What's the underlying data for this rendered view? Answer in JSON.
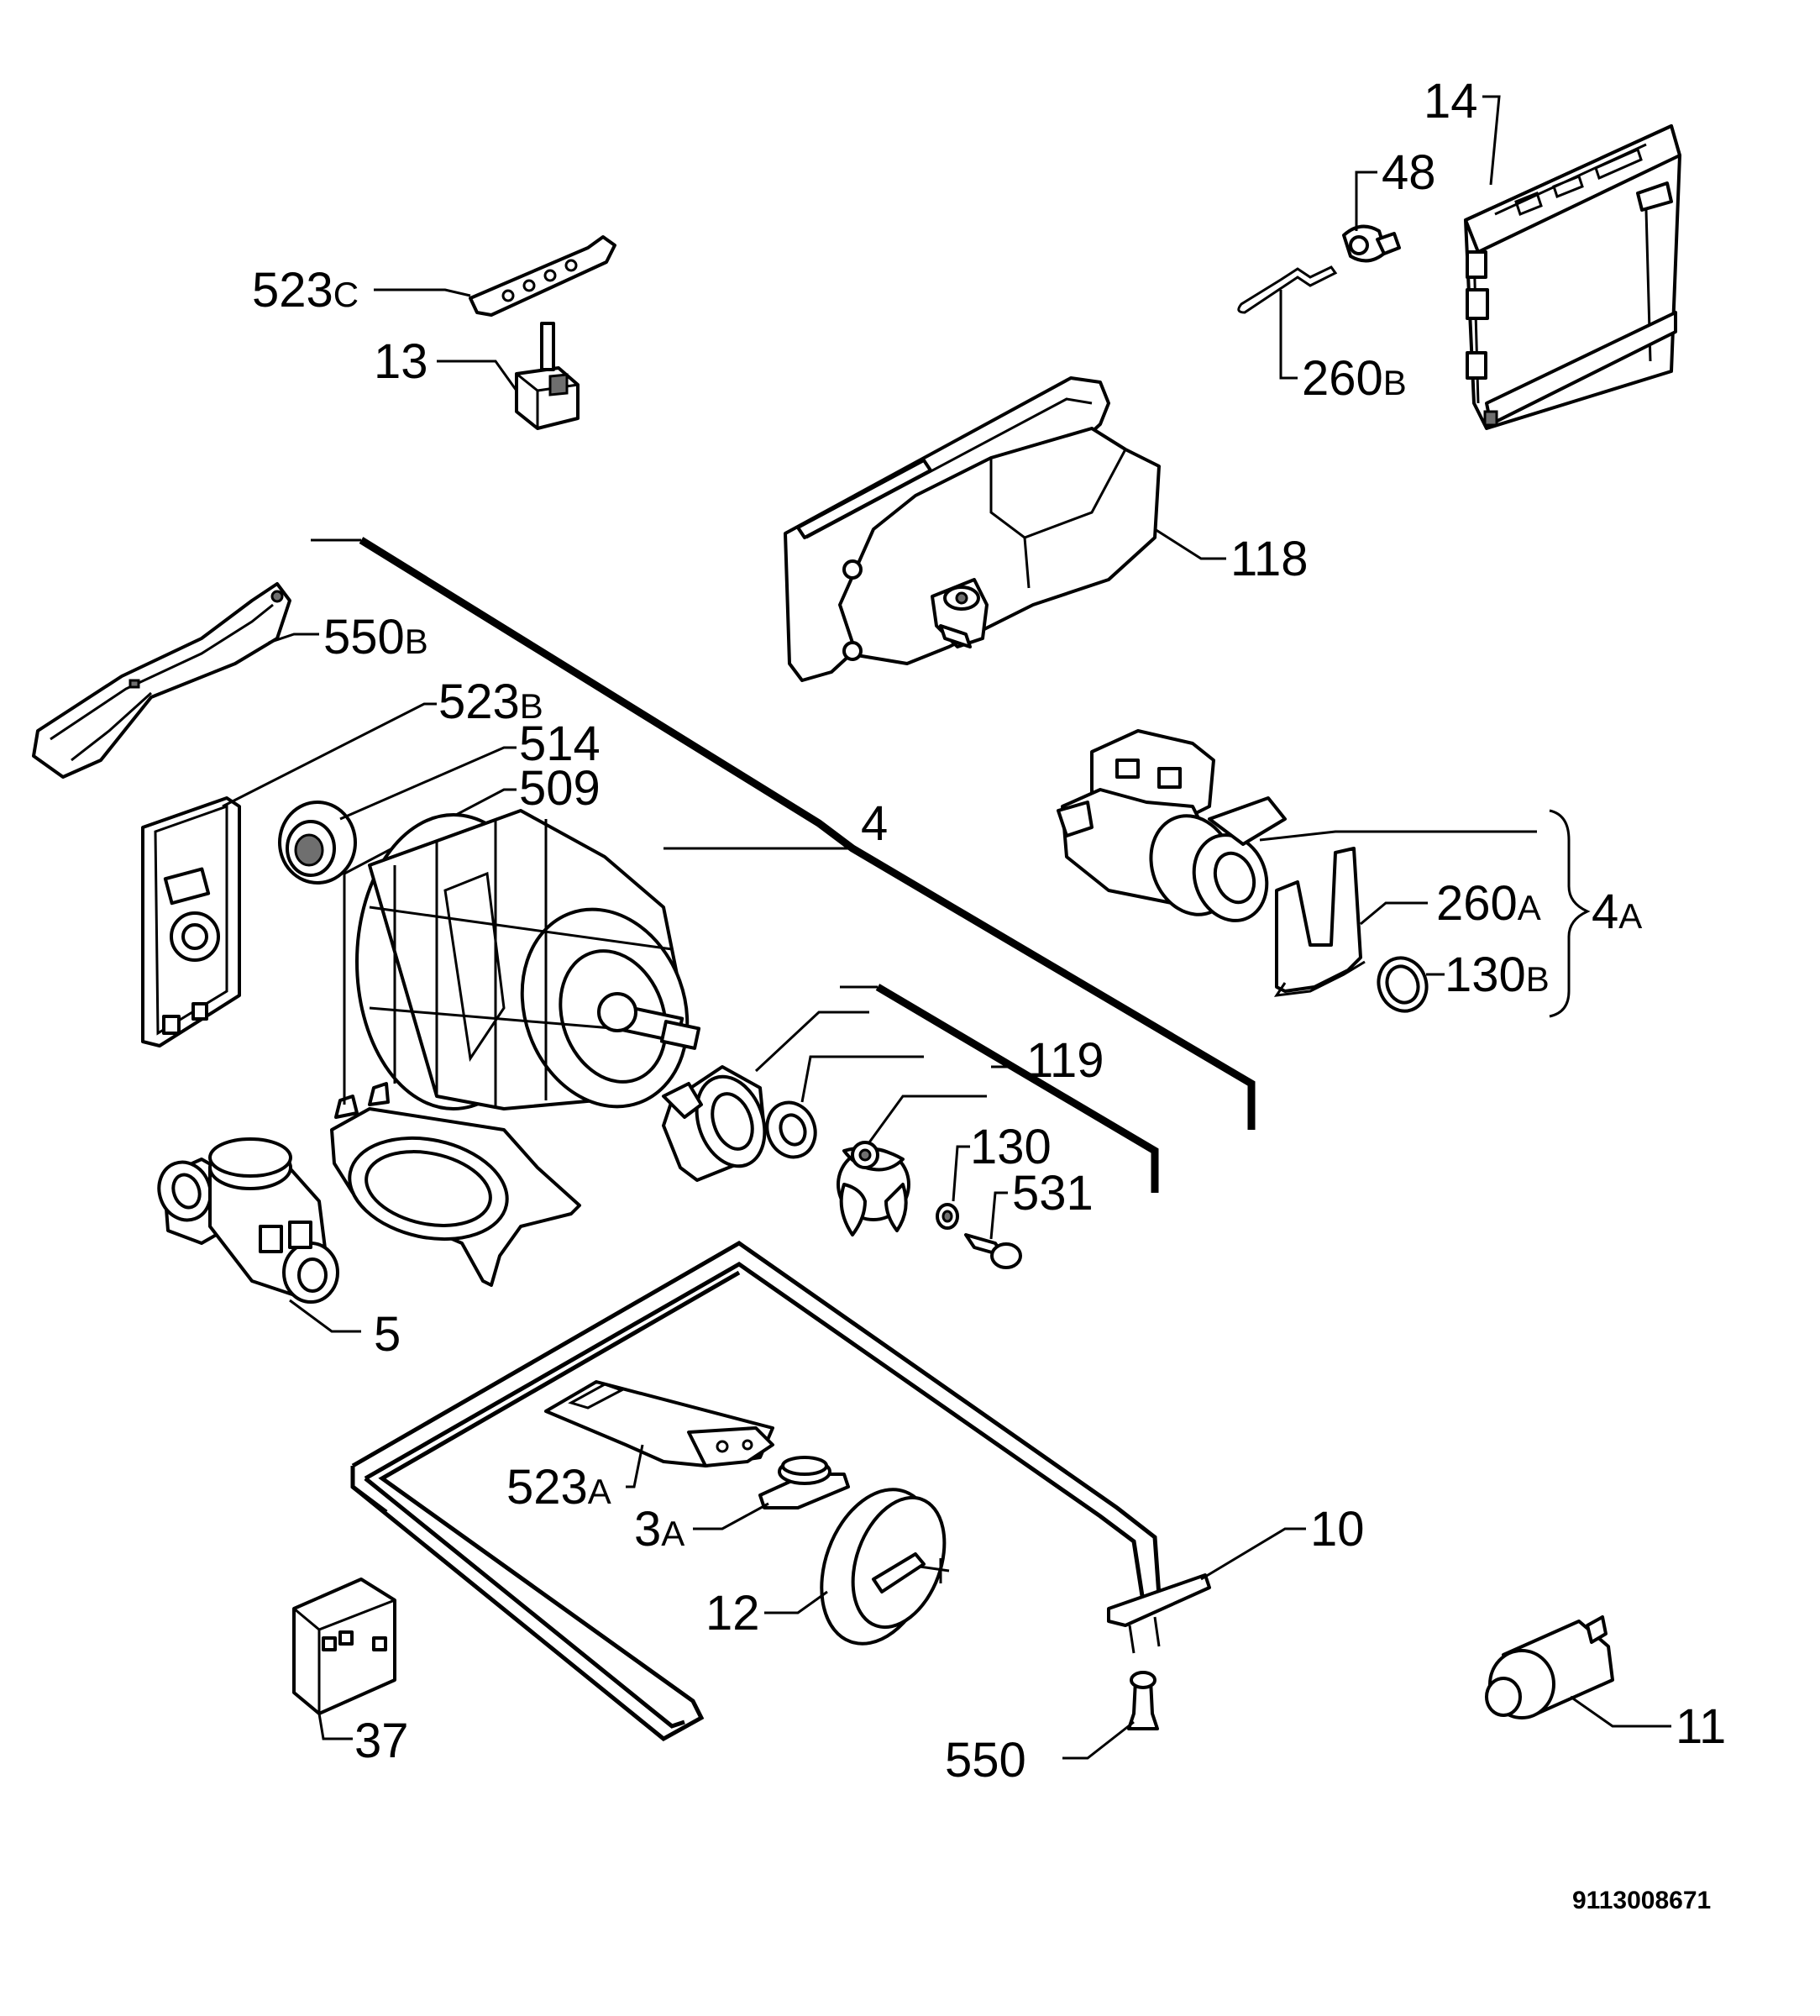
{
  "labels": {
    "p14": "14",
    "p48": "48",
    "p260b": "260",
    "p260b_suffix": "B",
    "p523c": "523",
    "p523c_suffix": "C",
    "p13": "13",
    "p118": "118",
    "p550b": "550",
    "p550b_suffix": "B",
    "p523b": "523",
    "p523b_suffix": "B",
    "p514": "514",
    "p509": "509",
    "p4": "4",
    "p260a": "260",
    "p260a_suffix": "A",
    "p4a": "4",
    "p4a_suffix": "A",
    "p130b": "130",
    "p130b_suffix": "B",
    "p119": "119",
    "p130": "130",
    "p531": "531",
    "p5": "5",
    "p10": "10",
    "p523a": "523",
    "p523a_suffix": "A",
    "p3a": "3",
    "p3a_suffix": "A",
    "p12": "12",
    "p11": "11",
    "p37": "37",
    "p550": "550"
  },
  "document_id": "9113008671"
}
